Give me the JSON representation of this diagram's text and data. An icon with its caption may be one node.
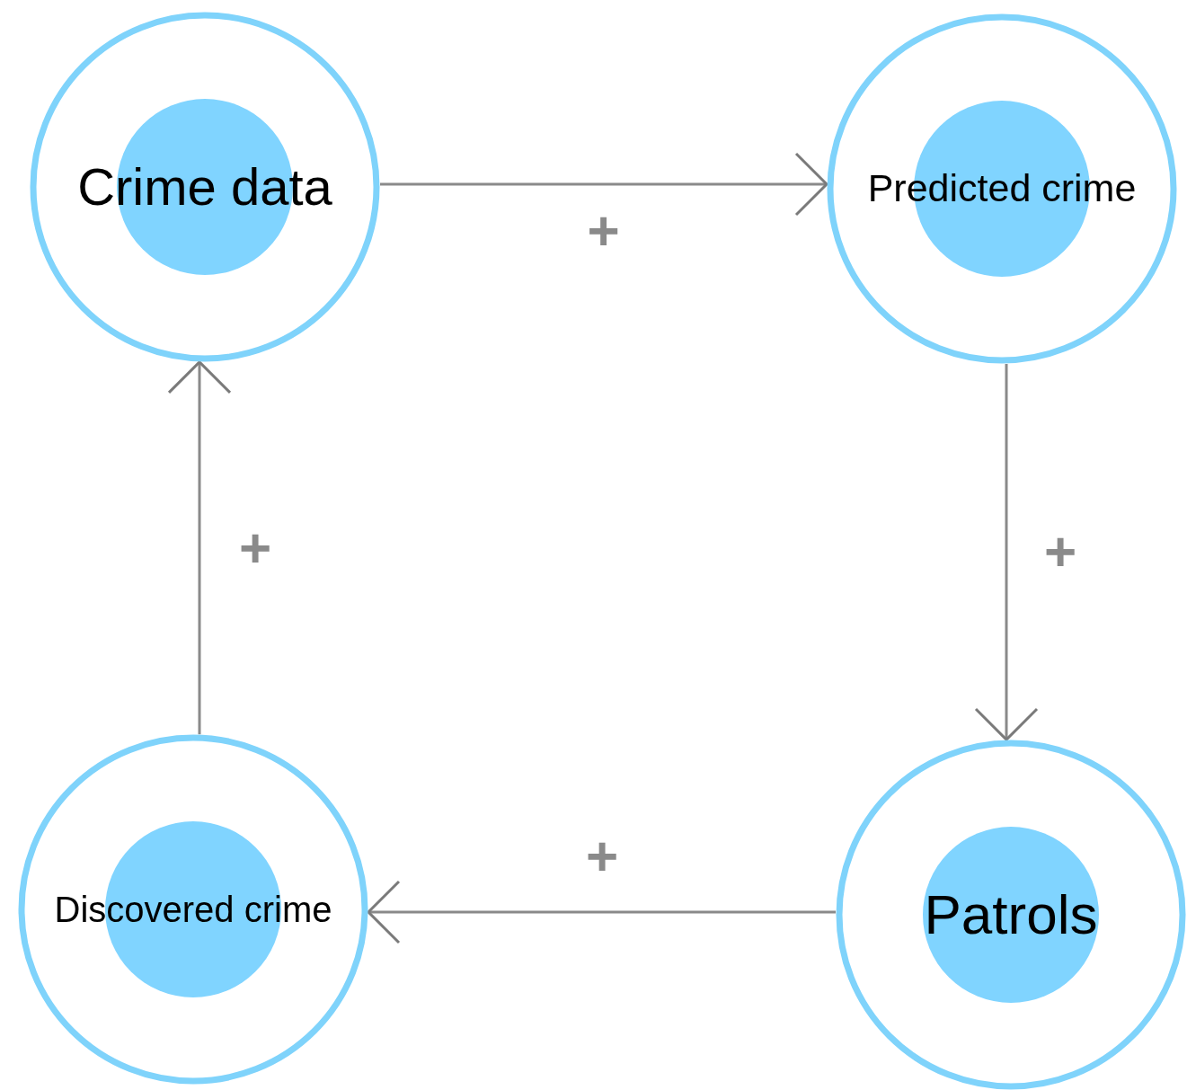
{
  "diagram": {
    "nodes": [
      {
        "text": [
          "Crime data"
        ]
      },
      {
        "text": [
          "Predicted crime"
        ]
      },
      {
        "text": [
          "Patrols"
        ]
      },
      {
        "text": [
          "Discovered crime"
        ]
      }
    ],
    "edges": [
      {
        "from": 0,
        "to": 1,
        "arrow": "to",
        "label": "+"
      },
      {
        "from": 1,
        "to": 2,
        "arrow": "to",
        "label": "+"
      },
      {
        "from": 2,
        "to": 3,
        "arrow": "to",
        "label": "+"
      },
      {
        "from": 3,
        "to": 0,
        "arrow": "to",
        "label": "+"
      }
    ]
  }
}
